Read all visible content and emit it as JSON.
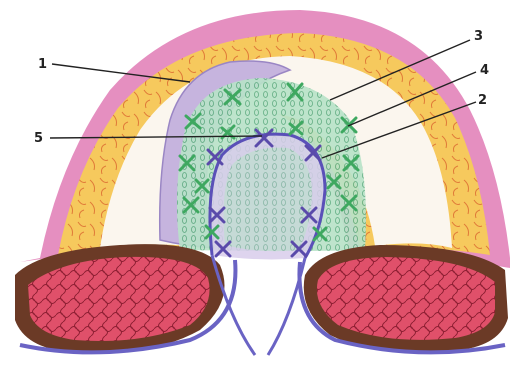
{
  "labels": {
    "l1": "1",
    "l2": "2",
    "l3": "3",
    "l4": "4",
    "l5": "5"
  },
  "colors": {
    "outer_pink": "#e58fc0",
    "yellow_layer": "#f4c85a",
    "muscle_red": "#e0506a",
    "muscle_brown": "#6b3a26",
    "lavender": "#c9b8e0",
    "green_tissue": "#a8dcc0",
    "purple_line": "#5a50b8",
    "green_mark": "#3ea860",
    "purple_mark": "#5a4aaa"
  },
  "markers": {
    "green": "green-cross-icon",
    "purple": "purple-cross-icon"
  }
}
